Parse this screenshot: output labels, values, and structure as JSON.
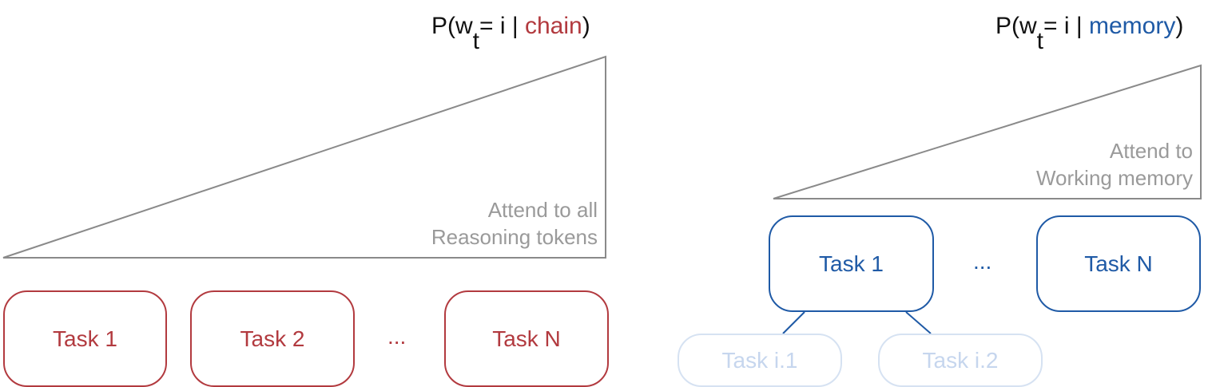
{
  "left": {
    "formula": {
      "prefix": "P(w",
      "subscript": "t",
      "middle": "= i | ",
      "highlight": "chain",
      "suffix": ")"
    },
    "caption": {
      "line1": "Attend to all",
      "line2": "Reasoning tokens"
    },
    "tasks": [
      "Task 1",
      "Task 2",
      "Task N"
    ],
    "ellipsis": "...",
    "color": "#b23a3f"
  },
  "right": {
    "formula": {
      "prefix": "P(w",
      "subscript": "t",
      "middle": "= i | ",
      "highlight": "memory",
      "suffix": ")"
    },
    "caption": {
      "line1": "Attend to",
      "line2": "Working memory"
    },
    "tasks": [
      "Task 1",
      "Task N"
    ],
    "subtasks": [
      "Task i.1",
      "Task i.2"
    ],
    "ellipsis": "...",
    "color": "#1f5aa6"
  }
}
